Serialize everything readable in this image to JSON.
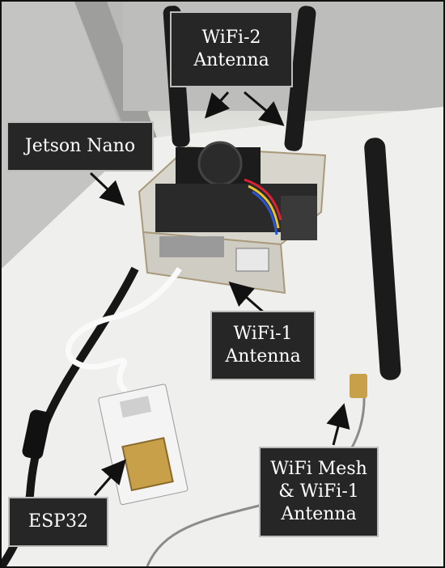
{
  "labels": {
    "wifi2": {
      "line1": "WiFi-2",
      "line2": "Antenna"
    },
    "jetson": {
      "line1": "Jetson Nano"
    },
    "wifi1": {
      "line1": "WiFi-1",
      "line2": "Antenna"
    },
    "mesh": {
      "line1": "WiFi Mesh",
      "line2": "& WiFi-1",
      "line3": "Antenna"
    },
    "esp32": {
      "line1": "ESP32"
    }
  },
  "colors": {
    "label_bg": "#262626",
    "label_text": "#ffffff",
    "arrow": "#111111",
    "wall": "#cfcfcd",
    "table": "#eeeeec"
  }
}
